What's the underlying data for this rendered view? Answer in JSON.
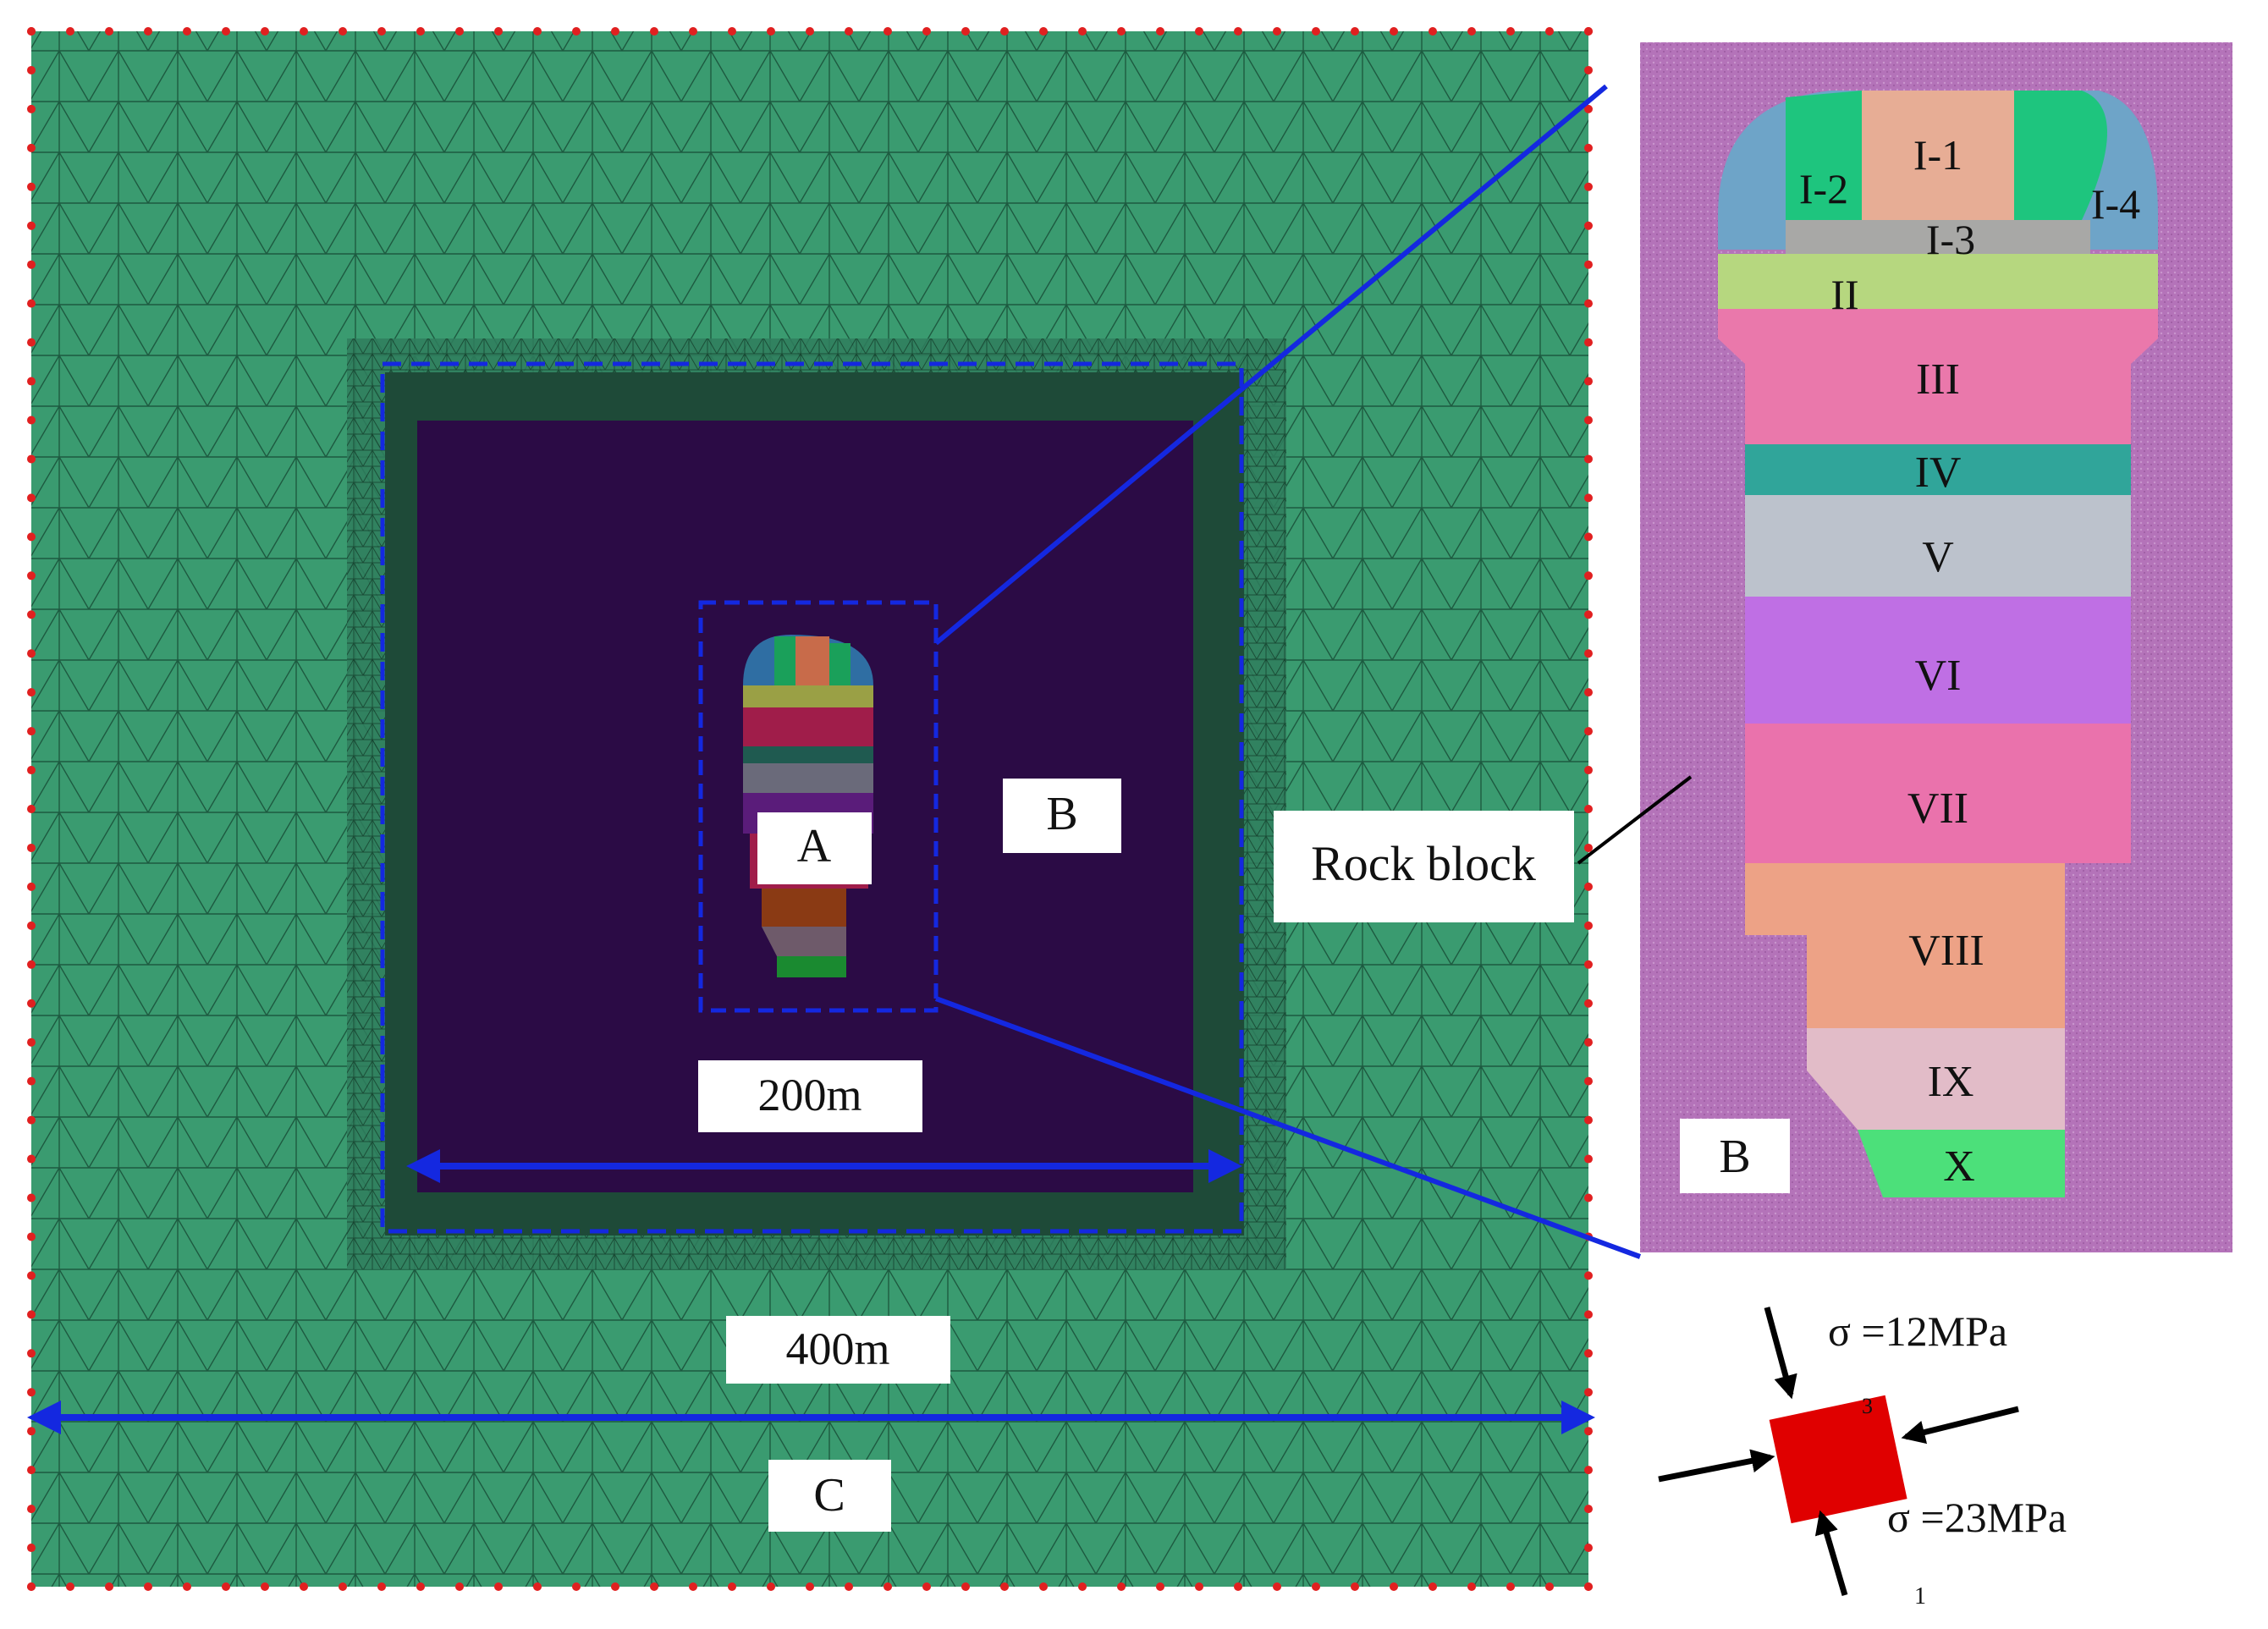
{
  "labels": {
    "region_a": "A",
    "region_b_model": "B",
    "region_b_detail": "B",
    "region_c": "C",
    "dim_200": "200m",
    "dim_400": "400m",
    "rock_block": "Rock block"
  },
  "layers": [
    {
      "id": "I-1",
      "label": "I-1",
      "color": "#e7ad95"
    },
    {
      "id": "I-2",
      "label": "I-2",
      "color": "#6ea4c8"
    },
    {
      "id": "I-3",
      "label": "I-3",
      "color": "#a8a8a6"
    },
    {
      "id": "I-4",
      "label": "I-4",
      "color": "#1ec57e"
    },
    {
      "id": "II",
      "label": "II",
      "color": "#b6d77f"
    },
    {
      "id": "III",
      "label": "III",
      "color": "#ea78ab"
    },
    {
      "id": "IV",
      "label": "IV",
      "color": "#30a59a"
    },
    {
      "id": "V",
      "label": "V",
      "color": "#bcc2cc"
    },
    {
      "id": "VI",
      "label": "VI",
      "color": "#bf6fe4"
    },
    {
      "id": "VII",
      "label": "VII",
      "color": "#ea72ac"
    },
    {
      "id": "VIII",
      "label": "VIII",
      "color": "#eda286"
    },
    {
      "id": "IX",
      "label": "IX",
      "color": "#e2bcc8"
    },
    {
      "id": "X",
      "label": "X",
      "color": "#4ce07a"
    }
  ],
  "stress": {
    "sigma3_label": "σ =12MPa",
    "sigma1_label": "σ =23MPa",
    "axis_3": "3",
    "axis_1": "1",
    "element_color": "#e00000"
  },
  "colors": {
    "mesh_fill": "#3a9b70",
    "mesh_line": "#1d5a40",
    "inner_domain": "#2b0b45",
    "rock_block": "#b473b9",
    "guide_blue": "#1428e0",
    "boundary_node": "#e02020"
  }
}
